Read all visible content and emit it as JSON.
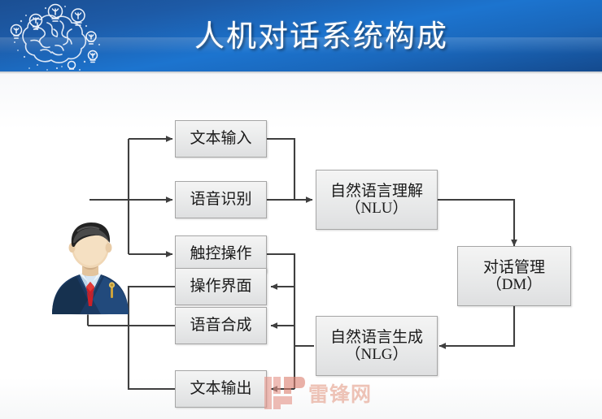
{
  "header": {
    "title": "人机对话系统构成",
    "background_color": "#1c6ec4",
    "title_color": "#ffffff",
    "art_icon": "brain-lightbulbs-icon"
  },
  "diagram": {
    "avatar_icon": "businessman-avatar-icon",
    "nodes": {
      "text_input": {
        "label": "文本输入"
      },
      "speech_recognition": {
        "label": "语音识别"
      },
      "touch_operation": {
        "label": "触控操作"
      },
      "operation_interface": {
        "label": "操作界面"
      },
      "speech_synthesis": {
        "label": "语音合成"
      },
      "text_output": {
        "label": "文本输出"
      },
      "nlu": {
        "line1": "自然语言理解",
        "line2": "（NLU）"
      },
      "dm": {
        "line1": "对话管理",
        "line2": "（DM）"
      },
      "nlg": {
        "line1": "自然语言生成",
        "line2": "（NLG）"
      }
    },
    "edge_color": "#3f3f3f",
    "node_fill": "#ebecec",
    "node_border": "#a6a6a6"
  },
  "watermark": {
    "text": "雷锋网",
    "color": "#e5a08c",
    "logo_icon": "leiphone-logo-icon"
  }
}
